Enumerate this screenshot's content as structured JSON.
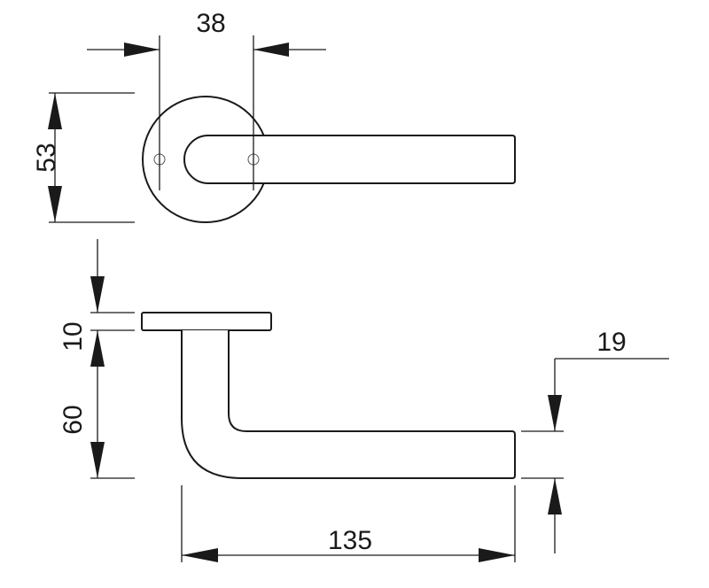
{
  "dimensions": {
    "rose_diameter": "38",
    "rose_height": "53",
    "rose_thickness": "10",
    "projection": "60",
    "grip_diameter": "19",
    "length": "135"
  },
  "colors": {
    "line": "#1a1a1a",
    "background": "#ffffff"
  }
}
